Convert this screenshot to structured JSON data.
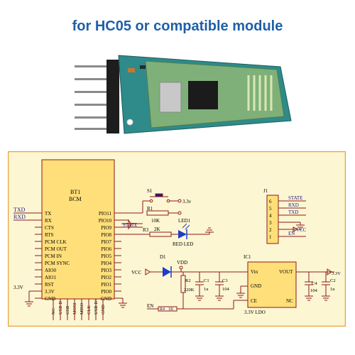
{
  "title": "for HC05 or compatible module",
  "schematic": {
    "bt1_ref": "BT1",
    "bt1_name": "BCM",
    "left_pins": [
      "TX",
      "RX",
      "CTS",
      "RTS",
      "PCM CLK",
      "PCM OUT",
      "PCM IN",
      "PCM SYNC",
      "AIO0",
      "AIO1",
      "RST",
      "3.3V",
      "GND"
    ],
    "right_pins": [
      "PIO11",
      "PIO10",
      "PIO9",
      "PIO8",
      "PIO7",
      "PIO6",
      "PIO5",
      "PIO4",
      "PIO3",
      "PIO2",
      "PIO1",
      "PIO0",
      "GND"
    ],
    "bottom_pins": [
      "NC",
      "USB D-",
      "CSB",
      "MOSI",
      "MISO",
      "CLK",
      "USB D+",
      "GND"
    ],
    "txd": "TXD",
    "rxd": "RXD",
    "v33_left": "3.3V",
    "s1": "S1",
    "v33_s1": "3.3v",
    "r1": "R1",
    "r1_val": "10K",
    "led1": "LED1",
    "state_net": "STATE",
    "r3": "R3",
    "r3_val": "2K",
    "red_led": "RED LED",
    "j1": "J1",
    "j1_pins": [
      "6",
      "5",
      "4",
      "3",
      "2",
      "1"
    ],
    "j1_nets": [
      "STATE",
      "RXD",
      "TXD",
      "",
      "VCC",
      "EN"
    ],
    "d1": "D1",
    "vdd": "VDD",
    "vcc_d1": "VCC",
    "r2": "R2",
    "r2_val": "220K",
    "c1": "C1",
    "c1_val": "1u",
    "c3": "C3",
    "c3_val": "104",
    "en_net": "EN",
    "r4": "R4",
    "r4_val": "1K",
    "ic1": "IC1",
    "ic_pins": {
      "vin": "Vin",
      "vout": "VOUT",
      "gnd": "GND",
      "ce": "CE",
      "nc": "NC"
    },
    "ic_name": "3.3V LDO",
    "c4": "C4",
    "c4_val": "104",
    "c2": "C2",
    "c2_val": "1u",
    "v33_out": "3.3V"
  },
  "colors": {
    "title": "#1f5fa8",
    "schematic_bg": "#fdf6d3",
    "border": "#e8a33c",
    "block": "#ffdf7a",
    "wire": "#8b1a1a",
    "net_label": "#1a1a8c",
    "led": "#1e3ec8",
    "pcb": "#2f8a8a"
  }
}
